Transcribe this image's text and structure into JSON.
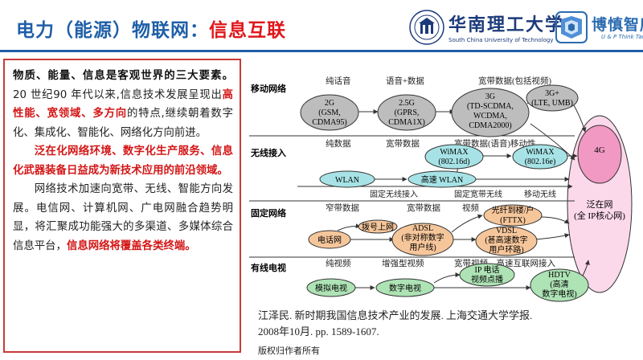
{
  "header": {
    "title_prefix": "电力（能源）物联网：",
    "title_highlight": "信息互联",
    "university_cn": "华南理工大学",
    "university_en": "South China University of Technology",
    "brand_cn": "博慎智库",
    "brand_en": "U & P Think Tank"
  },
  "left_text": {
    "p1_bold": "物质、能量、信息是客观世界的三大要素。",
    "p1_a": "20 世纪90 年代以来,信息技术发展呈现出",
    "p1_red": "高性能、宽领域、多方向",
    "p1_b": "的特点,继续朝着数字化、集成化、智能化、网络化方向前进。",
    "p2_red": "泛在化网络环境、数字化生产服务、信息化武器装备日益成为新技术应用的前沿领域。",
    "p3_a": "网络技术加速向宽带、无线、智能方向发展。电信网、计算机网、广电网融合趋势明显，将汇聚成功能强大的多渠道、多媒体综合信息平台，",
    "p3_red": "信息网络将覆盖各类终端。"
  },
  "diagram": {
    "rows": [
      {
        "label": "移动网络",
        "stages": [
          "纯话音",
          "语音+数据",
          "宽带数据(包括视频)"
        ]
      },
      {
        "label": "无线接入",
        "stages": [
          "纯数据",
          "宽带数据",
          "宽带数据(语音)移动性"
        ]
      },
      {
        "label": "固定网络",
        "stages": [
          "窄带数据",
          "宽带数据",
          "视频"
        ]
      },
      {
        "label": "有线电视",
        "stages": [
          "纯视频",
          "增强型视频",
          "宽带视频、高速互联网接入"
        ]
      }
    ],
    "wireless_bottom_labels": [
      "固定无线接入",
      "固定宽带无线",
      "移动无线"
    ],
    "nodes": {
      "gsm": [
        "2G",
        "(GSM,",
        "CDMA95)"
      ],
      "gprs": [
        "2.5G",
        "(GPRS,",
        "CDMA1X)"
      ],
      "g3": [
        "3G",
        "(TD-SCDMA,",
        "WCDMA,",
        "CDMA2000)"
      ],
      "g3plus": [
        "3G+",
        "(LTE, UMB)"
      ],
      "wimax1": [
        "WiMAX",
        "(802.16d)"
      ],
      "wimax2": [
        "WiMAX",
        "(802.16e)"
      ],
      "wlan": [
        "WLAN"
      ],
      "wlan_hs": [
        "高速 WLAN"
      ],
      "dialup": [
        "拨号上网"
      ],
      "phone": [
        "电话网"
      ],
      "adsl": [
        "ADSL",
        "(非对称数字",
        "用户线)"
      ],
      "fttx": [
        "光纤到楼/户",
        "(FTTX)"
      ],
      "vdsl": [
        "VDSL",
        "(甚高速数字",
        "用户环路)"
      ],
      "analog_tv": [
        "模拟电视"
      ],
      "digital_tv": [
        "数字电视"
      ],
      "iptv": [
        "IP 电话",
        "视频点播"
      ],
      "hdtv": [
        "HDTV",
        "(高清",
        "数字电视)"
      ],
      "g4": [
        "4G"
      ],
      "ubiquitous": [
        "泛在网",
        "(全 IP核心网)"
      ]
    }
  },
  "citation": {
    "line1": "江泽民. 新时期我国信息技术产业的发展. 上海交通大学学报.",
    "line2": "2008年10月. pp. 1589-1607."
  },
  "copyright": "版权归作者所有",
  "colors": {
    "title_blue": "#1f5fa8",
    "title_red": "#e0161b",
    "gray_node": "#bdbdbd",
    "cyan_node": "#a7e3e6",
    "orange_node": "#f6c69b",
    "green_node": "#aee3b5",
    "pink_node": "#fbd9ea"
  }
}
